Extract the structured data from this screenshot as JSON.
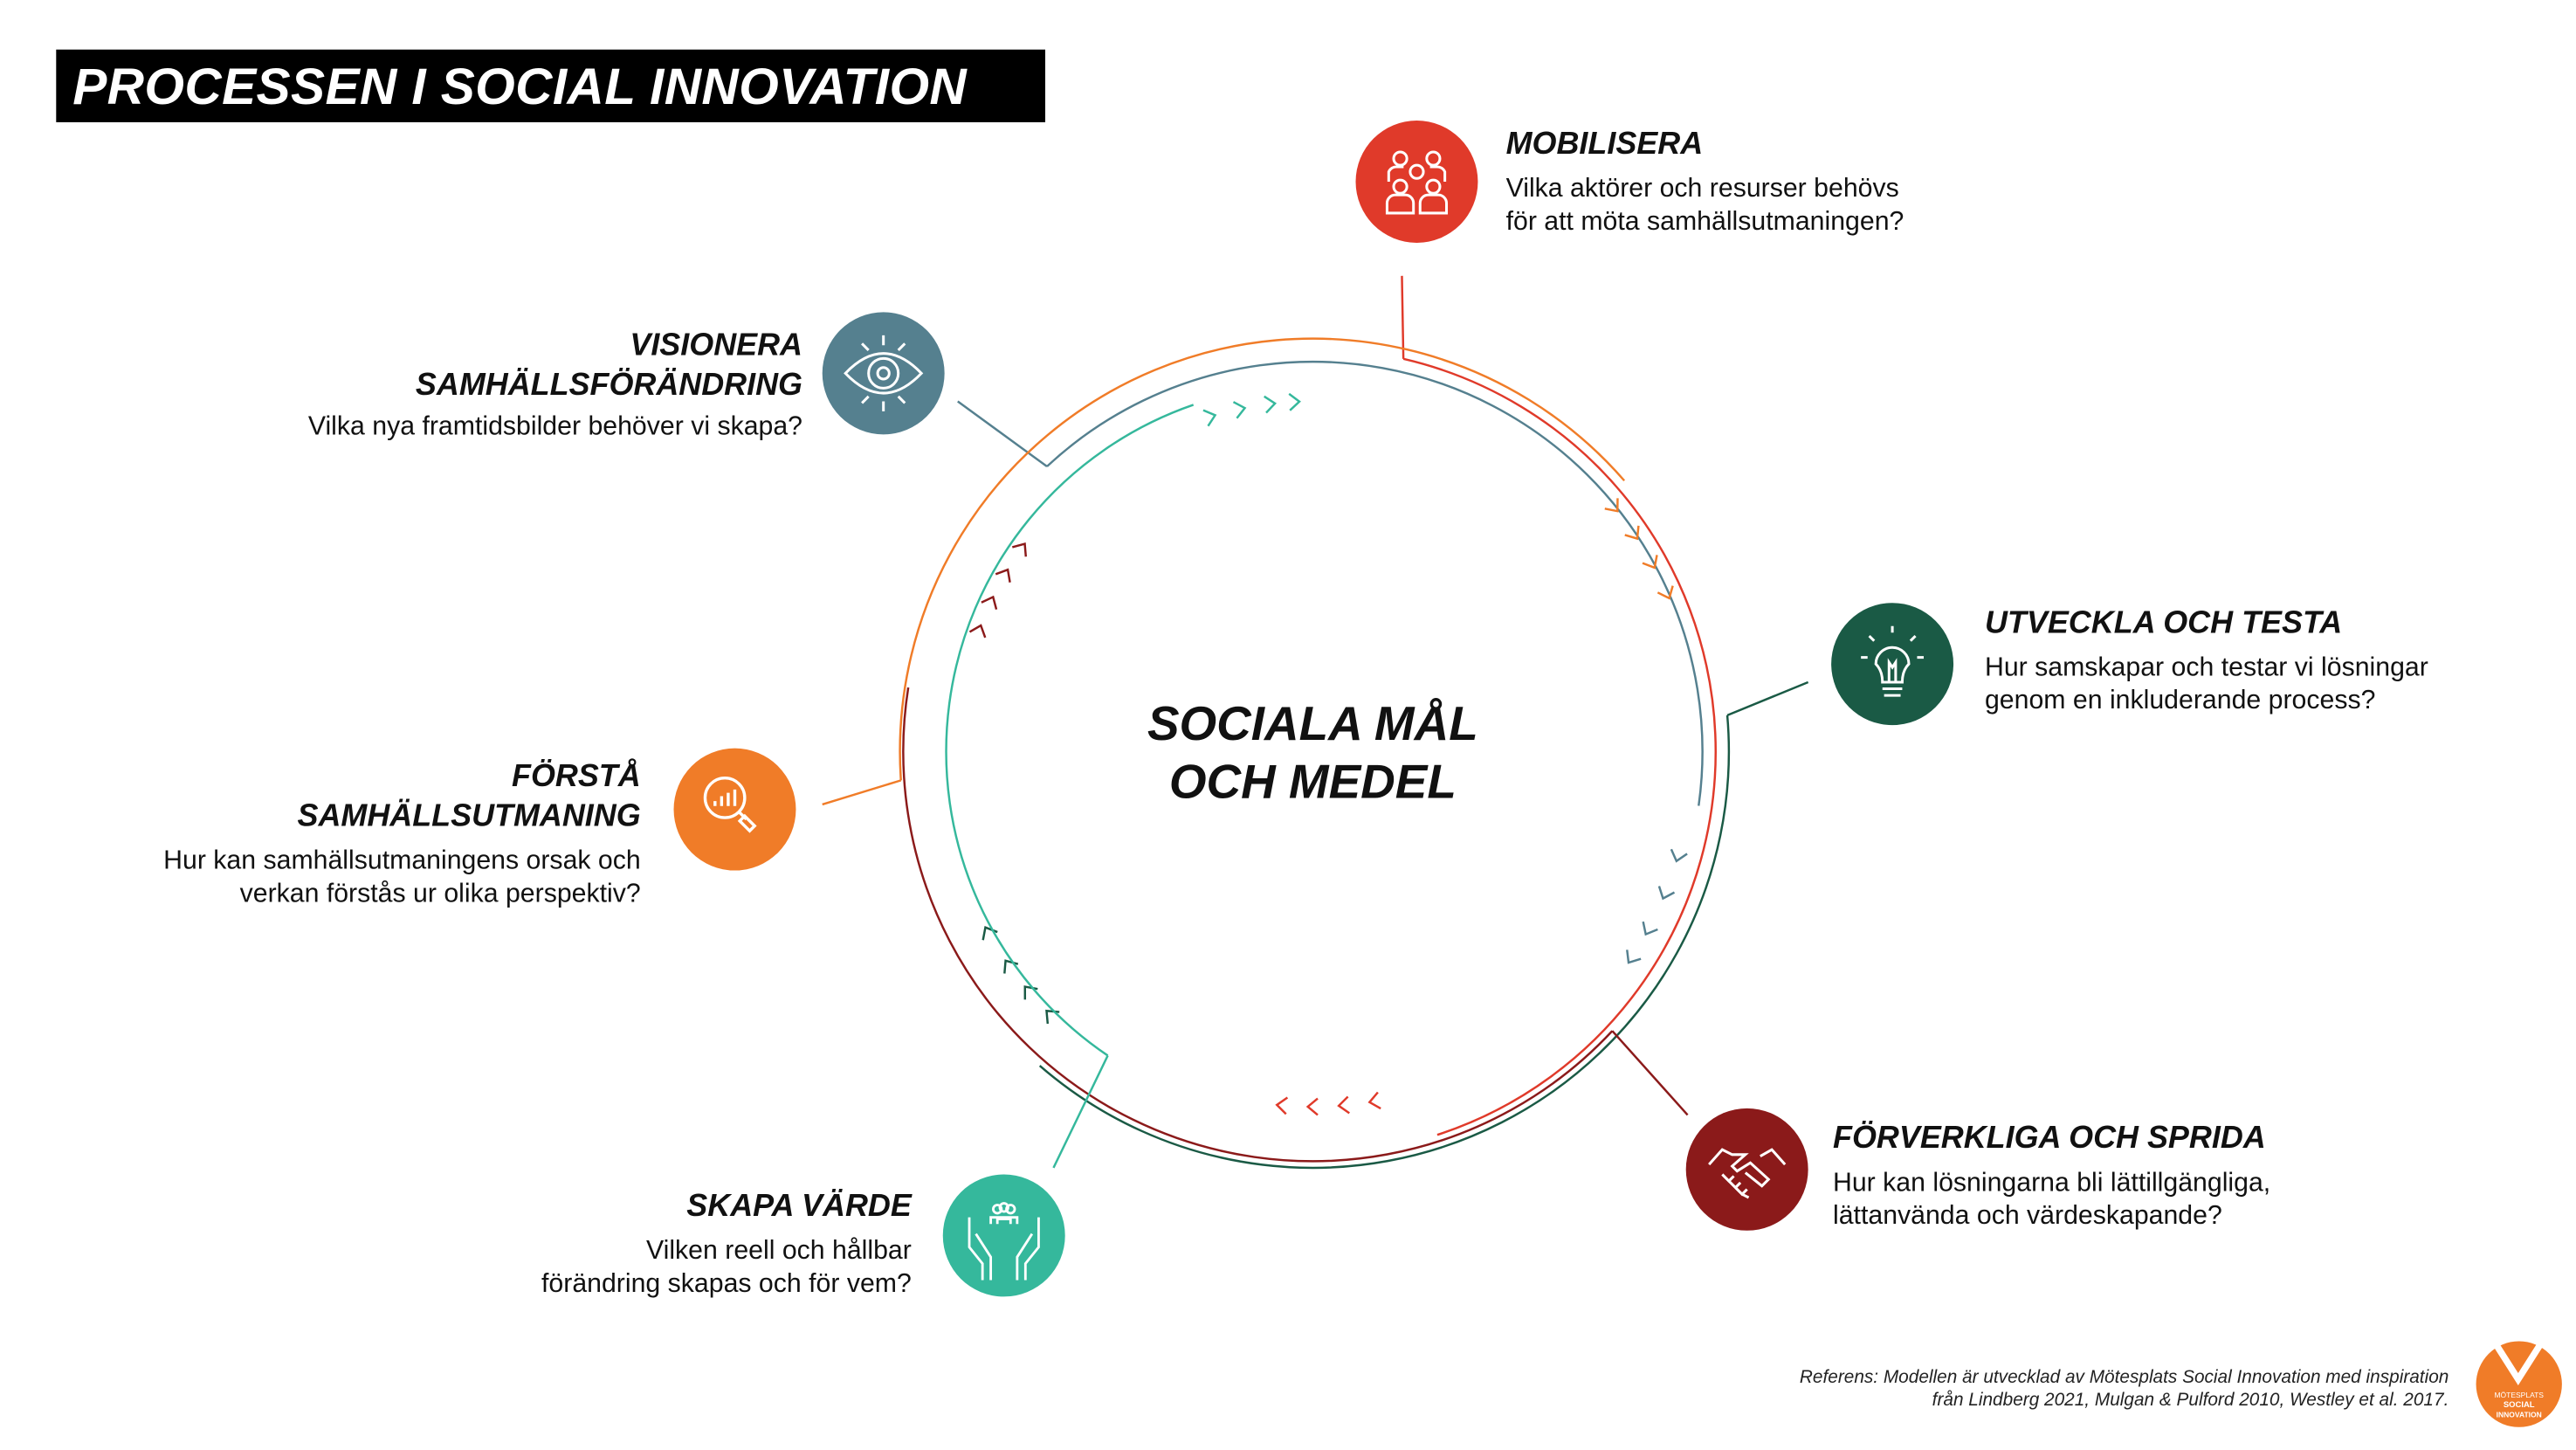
{
  "title": "PROCESSEN I SOCIAL INNOVATION",
  "center": {
    "line1": "SOCIALA MÅL",
    "line2": "OCH MEDEL"
  },
  "steps": {
    "mobilisera": {
      "title": "MOBILISERA",
      "desc1": "Vilka aktörer och resurser behövs",
      "desc2": "för att möta samhällsutmaningen?",
      "color": "#e03a2a",
      "icon": "people-group-icon"
    },
    "visionera": {
      "title1": "VISIONERA",
      "title2": "SAMHÄLLSFÖRÄNDRING",
      "desc1": "Vilka nya framtidsbilder behöver vi skapa?",
      "color": "#55808f",
      "icon": "eye-icon"
    },
    "utveckla": {
      "title": "UTVECKLA OCH TESTA",
      "desc1": "Hur samskapar och testar vi lösningar",
      "desc2": "genom en inkluderande process?",
      "color": "#1a5a45",
      "icon": "lightbulb-icon"
    },
    "forsta": {
      "title1": "FÖRSTÅ",
      "title2": "SAMHÄLLSUTMANING",
      "desc1": "Hur kan samhällsutmaningens orsak och",
      "desc2": "verkan förstås ur olika perspektiv?",
      "color": "#f07c28",
      "icon": "magnifier-chart-icon"
    },
    "skapa": {
      "title": "SKAPA VÄRDE",
      "desc1": "Vilken reell och hållbar",
      "desc2": "förändring skapas och för vem?",
      "color": "#35b89c",
      "icon": "hands-people-icon"
    },
    "forverkliga": {
      "title": "FÖRVERKLIGA OCH SPRIDA",
      "desc1": "Hur kan lösningarna bli lättillgängliga,",
      "desc2": "lättanvända och värdeskapande?",
      "color": "#8b1a1a",
      "icon": "handshake-icon"
    }
  },
  "reference": {
    "line1": "Referens: Modellen är utvecklad av Mötesplats Social Innovation med inspiration",
    "line2": "från Lindberg 2021, Mulgan & Pulford 2010, Westley et al. 2017."
  },
  "logo": {
    "line1": "MÖTESPLATS",
    "line2": "SOCIAL",
    "line3": "INNOVATION",
    "color": "#f07c28"
  }
}
